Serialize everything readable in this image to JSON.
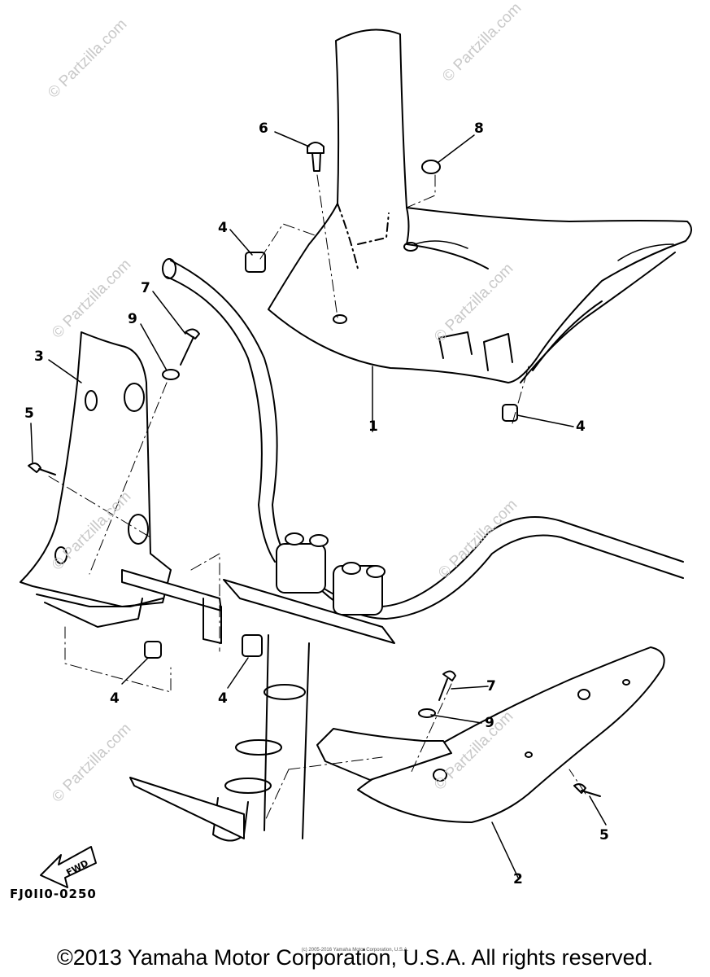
{
  "watermark_text": "© Partzilla.com",
  "callouts": {
    "c1": "1",
    "c2": "2",
    "c3": "3",
    "c4a": "4",
    "c4b": "4",
    "c4c": "4",
    "c4d": "4",
    "c5a": "5",
    "c5b": "5",
    "c6": "6",
    "c7a": "7",
    "c7b": "7",
    "c8": "8",
    "c9a": "9",
    "c9b": "9"
  },
  "fwd_label": "FWD",
  "diagram_code": "FJ0II0-0250",
  "copyright": "©2013 Yamaha Motor Corporation, U.S.A. All rights reserved.",
  "small_credit": "(c) 2005-2016 Yamaha Motor Corporation, U.S.A."
}
